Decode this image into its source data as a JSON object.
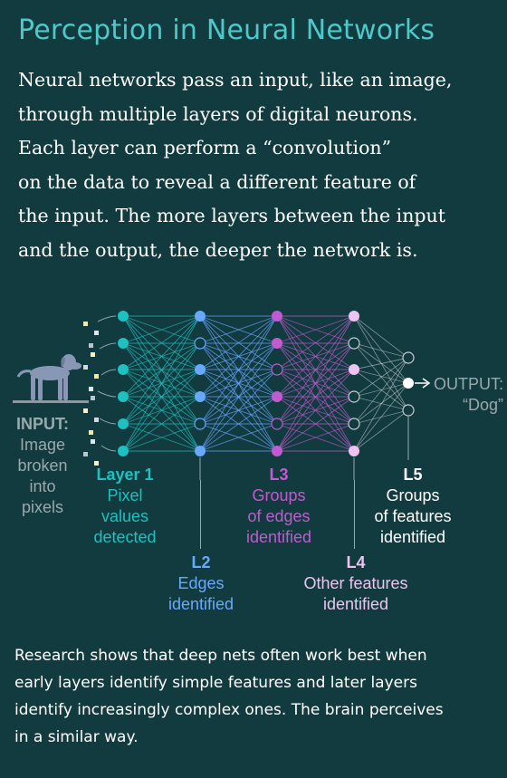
{
  "title": "Perception in Neural Networks",
  "intro_lines": [
    "Neural networks pass an input, like an image,",
    "through multiple layers of digital neurons.",
    "Each layer can perform a “convolution”",
    "on the data to reveal a different feature of",
    "the input. The more layers between the input",
    "and the output, the deeper the network is."
  ],
  "colors": {
    "background": "#123b40",
    "title": "#4ec9c9",
    "layer1": "#1ec0c0",
    "layer2": "#69a8ff",
    "layer3": "#c25ad0",
    "layer4": "#ecc4f0",
    "layer5": "#ffffff",
    "muted": "#9aa9ab",
    "dog": "#8898b4"
  },
  "input": {
    "label": "INPUT:",
    "lines": [
      "Image",
      "broken",
      "into",
      "pixels"
    ],
    "icon": "dog-icon"
  },
  "layers": [
    {
      "id": "L1",
      "heading": "Layer 1",
      "lines": [
        "Pixel",
        "values",
        "detected"
      ]
    },
    {
      "id": "L2",
      "heading": "L2",
      "lines": [
        "Edges",
        "identified"
      ]
    },
    {
      "id": "L3",
      "heading": "L3",
      "lines": [
        "Groups",
        "of edges",
        "identified"
      ]
    },
    {
      "id": "L4",
      "heading": "L4",
      "lines": [
        "Other features",
        "identified"
      ]
    },
    {
      "id": "L5",
      "heading": "L5",
      "lines": [
        "Groups",
        "of features",
        "identified"
      ]
    }
  ],
  "output": {
    "label": "OUTPUT:",
    "value": "“Dog”"
  },
  "footer_lines": [
    "Research shows that deep nets often work best when",
    "early layers identify simple features and later layers",
    "identify increasingly complex ones. The brain perceives",
    "in a similar way."
  ]
}
